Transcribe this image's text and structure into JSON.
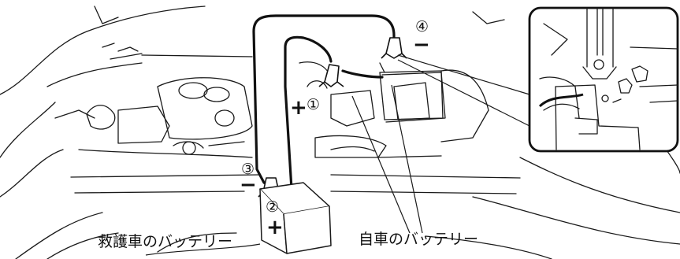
{
  "labels": {
    "marker_1": "①",
    "marker_2": "②",
    "marker_3": "③",
    "marker_4": "④",
    "plus_sign_engine": "+",
    "plus_sign_rescue": "+",
    "minus_sign_rescue": "−",
    "minus_sign_engine": "−",
    "rescue_battery": "救護車のバッテリー",
    "own_battery": "自車のバッテリー"
  },
  "colors": {
    "line": "#1a1a1a",
    "cable": "#111111",
    "paper": "#ffffff"
  }
}
